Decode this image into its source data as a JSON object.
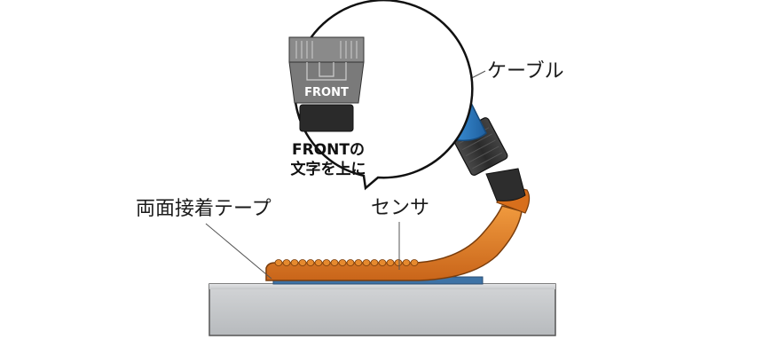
{
  "labels": {
    "cable": "ケーブル",
    "sensor": "センサ",
    "tape": "両面接着テープ",
    "bubble_line1": "FRONTの",
    "bubble_line2": "文字を上に",
    "connector_text": "FRONT"
  },
  "colors": {
    "sensor": "#e07a1e",
    "cable": "#2f7fc4",
    "connector": "#3a3a3a",
    "tape": "#3a6fa0",
    "base": "#c9cbcd"
  }
}
